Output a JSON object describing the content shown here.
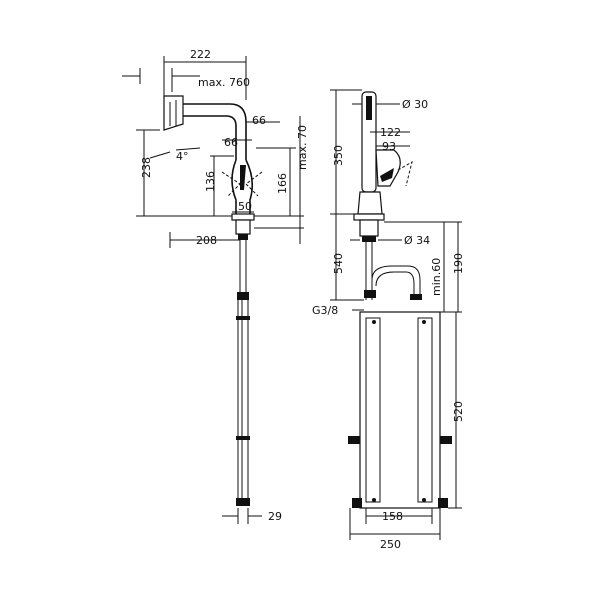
{
  "left_view": {
    "dimensions": {
      "d222": "222",
      "max760": "max. 760",
      "d66a": "66",
      "d66b": "66",
      "angle": "4°",
      "d238": "238",
      "d136": "136",
      "d166": "166",
      "max70": "max. 70",
      "d50": "50",
      "d208": "208",
      "d29": "29"
    }
  },
  "right_view": {
    "dimensions": {
      "dia30": "Ø 30",
      "d350": "350",
      "d122": "122",
      "d93": "93",
      "dia34": "Ø 34",
      "d540": "540",
      "min60": "min.60",
      "d190": "190",
      "thread": "G3/8",
      "d520": "520",
      "d158": "158",
      "d250": "250"
    }
  }
}
